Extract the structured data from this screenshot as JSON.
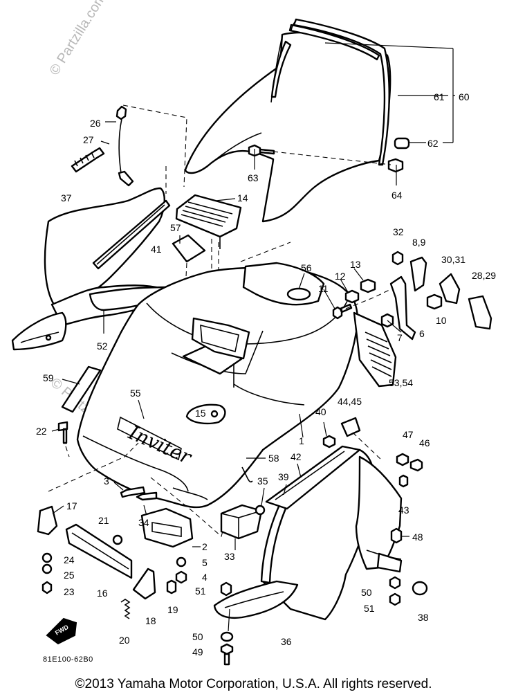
{
  "watermark": "© Partzilla.com",
  "logo_script": "Inviter",
  "fwd_label": "FWD",
  "diagram_code": "81E100-62B0",
  "copyright": "©2013  Yamaha Motor Corporation, U.S.A. All rights reserved.",
  "callouts": {
    "c1": "1",
    "c2": "2",
    "c3": "3",
    "c4": "4",
    "c5": "5",
    "c6": "6",
    "c7": "7",
    "c89": "8,9",
    "c10": "10",
    "c11": "11",
    "c12": "12",
    "c13": "13",
    "c14": "14",
    "c15": "15",
    "c16": "16",
    "c17": "17",
    "c18": "18",
    "c19": "19",
    "c20": "20",
    "c21": "21",
    "c22": "22",
    "c23": "23",
    "c24": "24",
    "c25": "25",
    "c26": "26",
    "c27": "27",
    "c2829": "28,29",
    "c3031": "30,31",
    "c32": "32",
    "c33": "33",
    "c34": "34",
    "c35": "35",
    "c36": "36",
    "c37": "37",
    "c38": "38",
    "c39": "39",
    "c40": "40",
    "c41": "41",
    "c42": "42",
    "c43": "43",
    "c4445": "44,45",
    "c46": "46",
    "c47": "47",
    "c48": "48",
    "c49": "49",
    "c50a": "50",
    "c50b": "50",
    "c51a": "51",
    "c51b": "51",
    "c52": "52",
    "c5354": "53,54",
    "c55": "55",
    "c56": "56",
    "c57": "57",
    "c58": "58",
    "c59": "59",
    "c60": "60",
    "c61": "61",
    "c62": "62",
    "c63": "63",
    "c64": "64"
  }
}
